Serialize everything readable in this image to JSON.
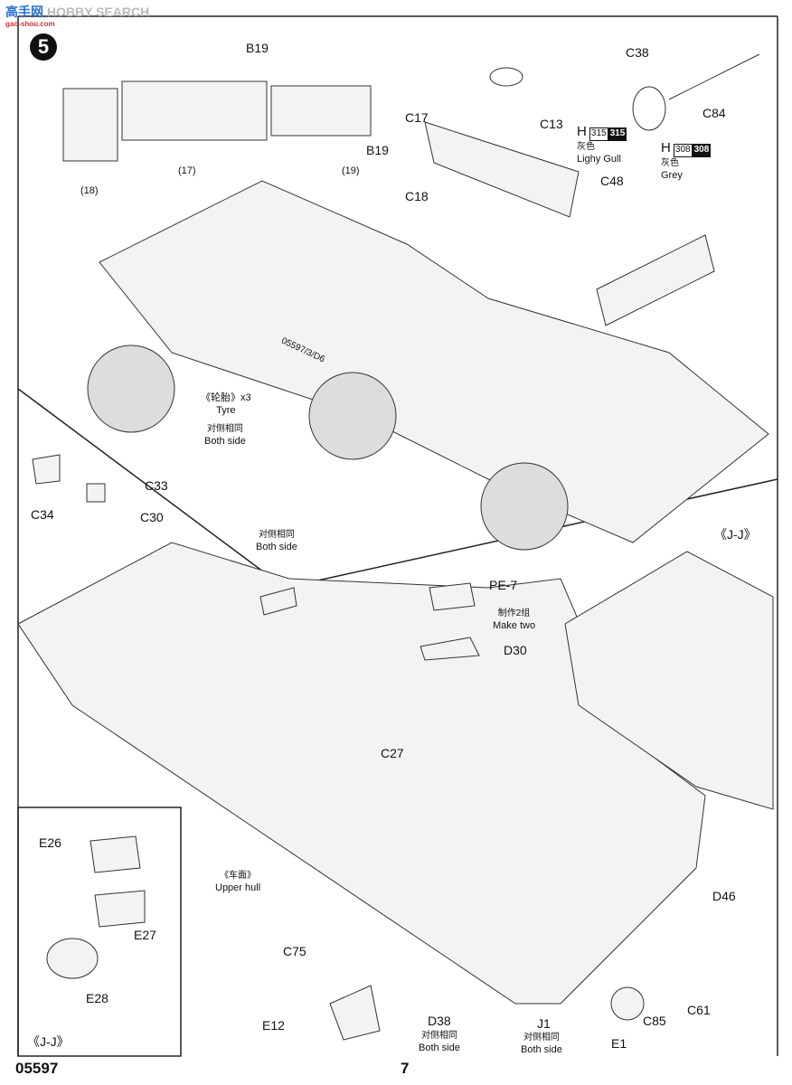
{
  "watermark": {
    "logo": "高手网",
    "brand": "HOBBY SEARCH",
    "url": "gao-shou.com"
  },
  "step_number": "5",
  "parts": {
    "B19_top": "B19",
    "sub17": "(17)",
    "sub18": "(18)",
    "sub19": "(19)",
    "C17": "C17",
    "B19": "B19",
    "C18": "C18",
    "C13": "C13",
    "C48": "C48",
    "C38": "C38",
    "C84": "C84",
    "C34": "C34",
    "C33": "C33",
    "C30": "C30",
    "PE7": "PE-7",
    "D30": "D30",
    "C27": "C27",
    "E26": "E26",
    "E27": "E27",
    "E28": "E28",
    "C75": "C75",
    "E12": "E12",
    "D38": "D38",
    "J1": "J1",
    "E1": "E1",
    "C85": "C85",
    "C61": "C61",
    "D46": "D46"
  },
  "paint": [
    {
      "letter": "H",
      "code_outline": "315",
      "code_solid": "315",
      "cn": "灰色",
      "en": "Lighy Gull"
    },
    {
      "letter": "H",
      "code_outline": "308",
      "code_solid": "308",
      "cn": "灰色",
      "en": "Grey"
    }
  ],
  "notes": {
    "tyre_cn": "《轮胎》x3",
    "tyre_en": "Tyre",
    "both_cn": "对侧相同",
    "both_en": "Both side",
    "make_cn": "制作2组",
    "make_en": "Make two",
    "hull_cn": "《车面》",
    "hull_en": "Upper hull",
    "jj_detail": "《J-J》",
    "jj_inset": "《J-J》",
    "hull_number": "05597/3/D6"
  },
  "footer": {
    "kit_number": "05597",
    "page_number": "7"
  }
}
